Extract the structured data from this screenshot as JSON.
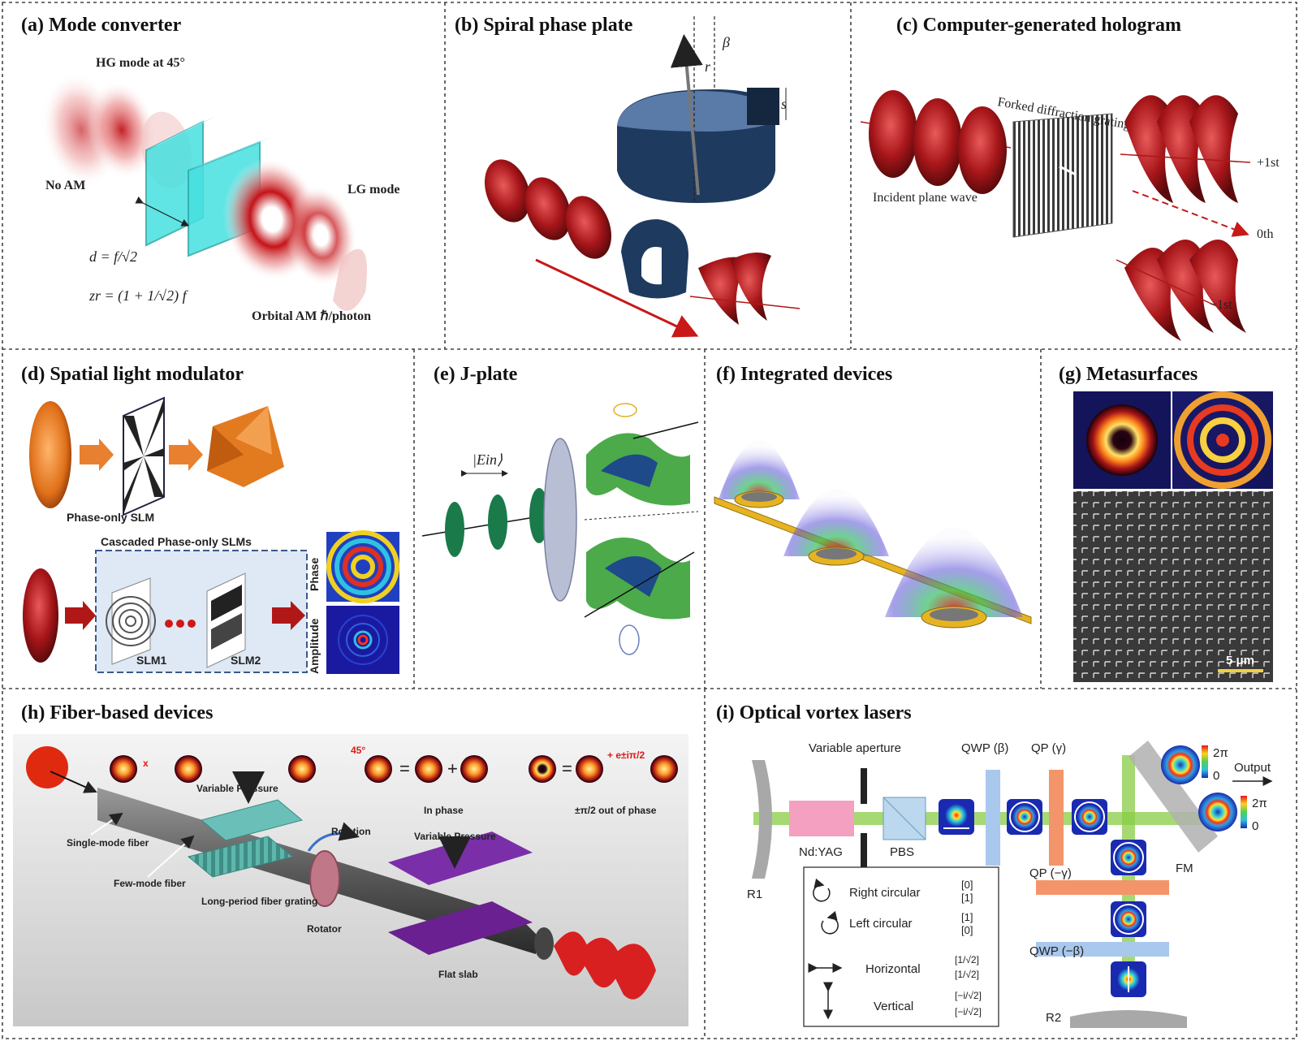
{
  "panels": {
    "a": {
      "title": "(a) Mode converter",
      "hg_mode": "HG mode at 45°",
      "no_am": "No AM",
      "lg_mode": "LG mode",
      "d_eq": "d = f/√2",
      "zr_eq": "zr = (1 + 1/√2) f",
      "orbital": "Orbital AM ℏ/photon"
    },
    "b": {
      "title": "(b) Spiral phase plate",
      "beta": "β",
      "r": "r",
      "s": "s"
    },
    "c": {
      "title": "(c) Computer-generated hologram",
      "grating": "Forked diffraction grating",
      "incident": "Incident plane wave",
      "plus1": "+1st",
      "zero": "0th",
      "minus1": "−1st"
    },
    "d": {
      "title": "(d) Spatial light modulator",
      "phase_only": "Phase-only SLM",
      "cascaded": "Cascaded Phase-only SLMs",
      "slm1": "SLM1",
      "slm2": "SLM2",
      "phase": "Phase",
      "amplitude": "Amplitude"
    },
    "e": {
      "title": "(e) J-plate",
      "ein": "|Ein⟩"
    },
    "f": {
      "title": "(f) Integrated devices"
    },
    "g": {
      "title": "(g) Metasurfaces",
      "scale": "5 μm"
    },
    "h": {
      "title": "(h) Fiber-based devices",
      "x": "x",
      "deg45": "45°",
      "variable_pressure_1": "Variable Pressure",
      "variable_pressure_2": "Variable Pressure",
      "rotation": "Rotation",
      "in_phase": "In phase",
      "out_phase": "±π/2 out of phase",
      "plus_e": "+ e±iπ/2",
      "single_mode": "Single-mode fiber",
      "few_mode": "Few-mode fiber",
      "lpfg": "Long-period fiber grating",
      "rotator": "Rotator",
      "flat_slab": "Flat slab"
    },
    "i": {
      "title": "(i) Optical vortex lasers",
      "variable_aperture": "Variable aperture",
      "qwp_beta": "QWP (β)",
      "qp_gamma": "QP (γ)",
      "two_pi_1": "2π",
      "zero_1": "0",
      "output": "Output",
      "two_pi_2": "2π",
      "zero_2": "0",
      "ndyag": "Nd:YAG",
      "pbs": "PBS",
      "fm": "FM",
      "r1": "R1",
      "r2": "R2",
      "qp_neg_gamma": "QP (−γ)",
      "qwp_neg_beta": "QWP (−β)",
      "legend": {
        "right_circular": "Right circular",
        "left_circular": "Left circular",
        "horizontal": "Horizontal",
        "vertical": "Vertical"
      }
    }
  },
  "colors": {
    "beam_red": "#b01818",
    "cyan_plate": "#46e0e0",
    "navy_plate": "#1f3a5f",
    "orange": "#e8801e",
    "green_beam": "#66cc33",
    "gold": "#e6b422",
    "purple": "#7a2fa8",
    "teal_pad": "#55b0a8"
  }
}
